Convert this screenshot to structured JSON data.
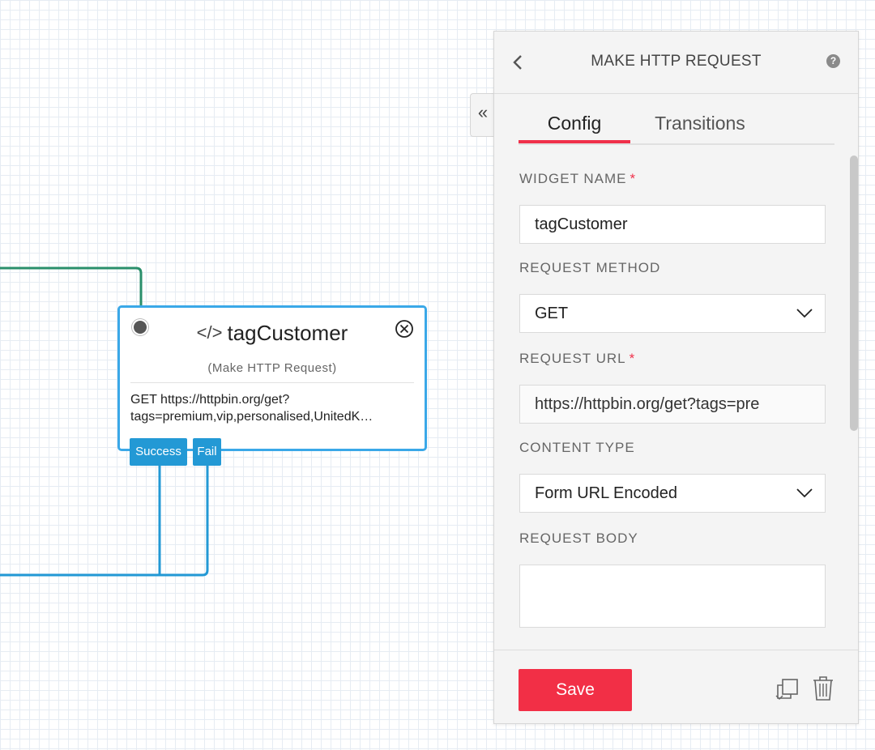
{
  "colors": {
    "accent": "#f22f46",
    "node_border": "#3aa8e8",
    "tag_bg": "#2399d5",
    "wire_green": "#2a8f6b",
    "wire_blue": "#2399d5"
  },
  "widget": {
    "title": "tagCustomer",
    "subtitle": "(Make HTTP Request)",
    "body_line1": "GET https://httpbin.org/get?",
    "body_line2": "tags=premium,vip,personalised,UnitedK…",
    "icon": "code-icon",
    "transitions": [
      "Success",
      "Fail"
    ]
  },
  "panel": {
    "title": "MAKE HTTP REQUEST",
    "tabs": [
      "Config",
      "Transitions"
    ],
    "active_tab": "Config",
    "fields": {
      "widget_name": {
        "label": "WIDGET NAME",
        "required_mark": "*",
        "value": "tagCustomer"
      },
      "request_method": {
        "label": "REQUEST METHOD",
        "value": "GET"
      },
      "request_url": {
        "label": "REQUEST URL",
        "required_mark": "*",
        "value": "https://httpbin.org/get?tags=pre"
      },
      "content_type": {
        "label": "CONTENT TYPE",
        "value": "Form URL Encoded"
      },
      "request_body": {
        "label": "REQUEST BODY",
        "value": ""
      }
    },
    "save_label": "Save",
    "help_glyph": "?"
  }
}
